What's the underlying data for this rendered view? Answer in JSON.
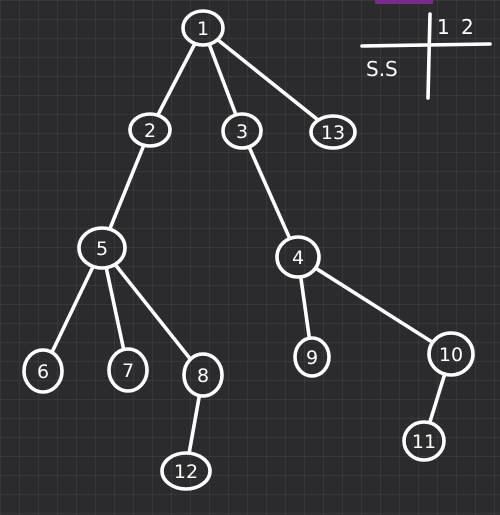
{
  "accent_color": "#7a2a8c",
  "tree": {
    "nodes": [
      {
        "id": "1",
        "label": "1"
      },
      {
        "id": "2",
        "label": "2"
      },
      {
        "id": "3",
        "label": "3"
      },
      {
        "id": "13",
        "label": "13"
      },
      {
        "id": "5",
        "label": "5"
      },
      {
        "id": "4",
        "label": "4"
      },
      {
        "id": "6",
        "label": "6"
      },
      {
        "id": "7",
        "label": "7"
      },
      {
        "id": "8",
        "label": "8"
      },
      {
        "id": "9",
        "label": "9"
      },
      {
        "id": "10",
        "label": "10"
      },
      {
        "id": "12",
        "label": "12"
      },
      {
        "id": "11",
        "label": "11"
      }
    ],
    "edges": [
      [
        "1",
        "2"
      ],
      [
        "1",
        "3"
      ],
      [
        "1",
        "13"
      ],
      [
        "2",
        "5"
      ],
      [
        "3",
        "4"
      ],
      [
        "5",
        "6"
      ],
      [
        "5",
        "7"
      ],
      [
        "5",
        "8"
      ],
      [
        "4",
        "9"
      ],
      [
        "4",
        "10"
      ],
      [
        "8",
        "12"
      ],
      [
        "10",
        "11"
      ]
    ]
  },
  "table": {
    "header_1": "1",
    "header_2": "2",
    "row_label": "S.S"
  }
}
